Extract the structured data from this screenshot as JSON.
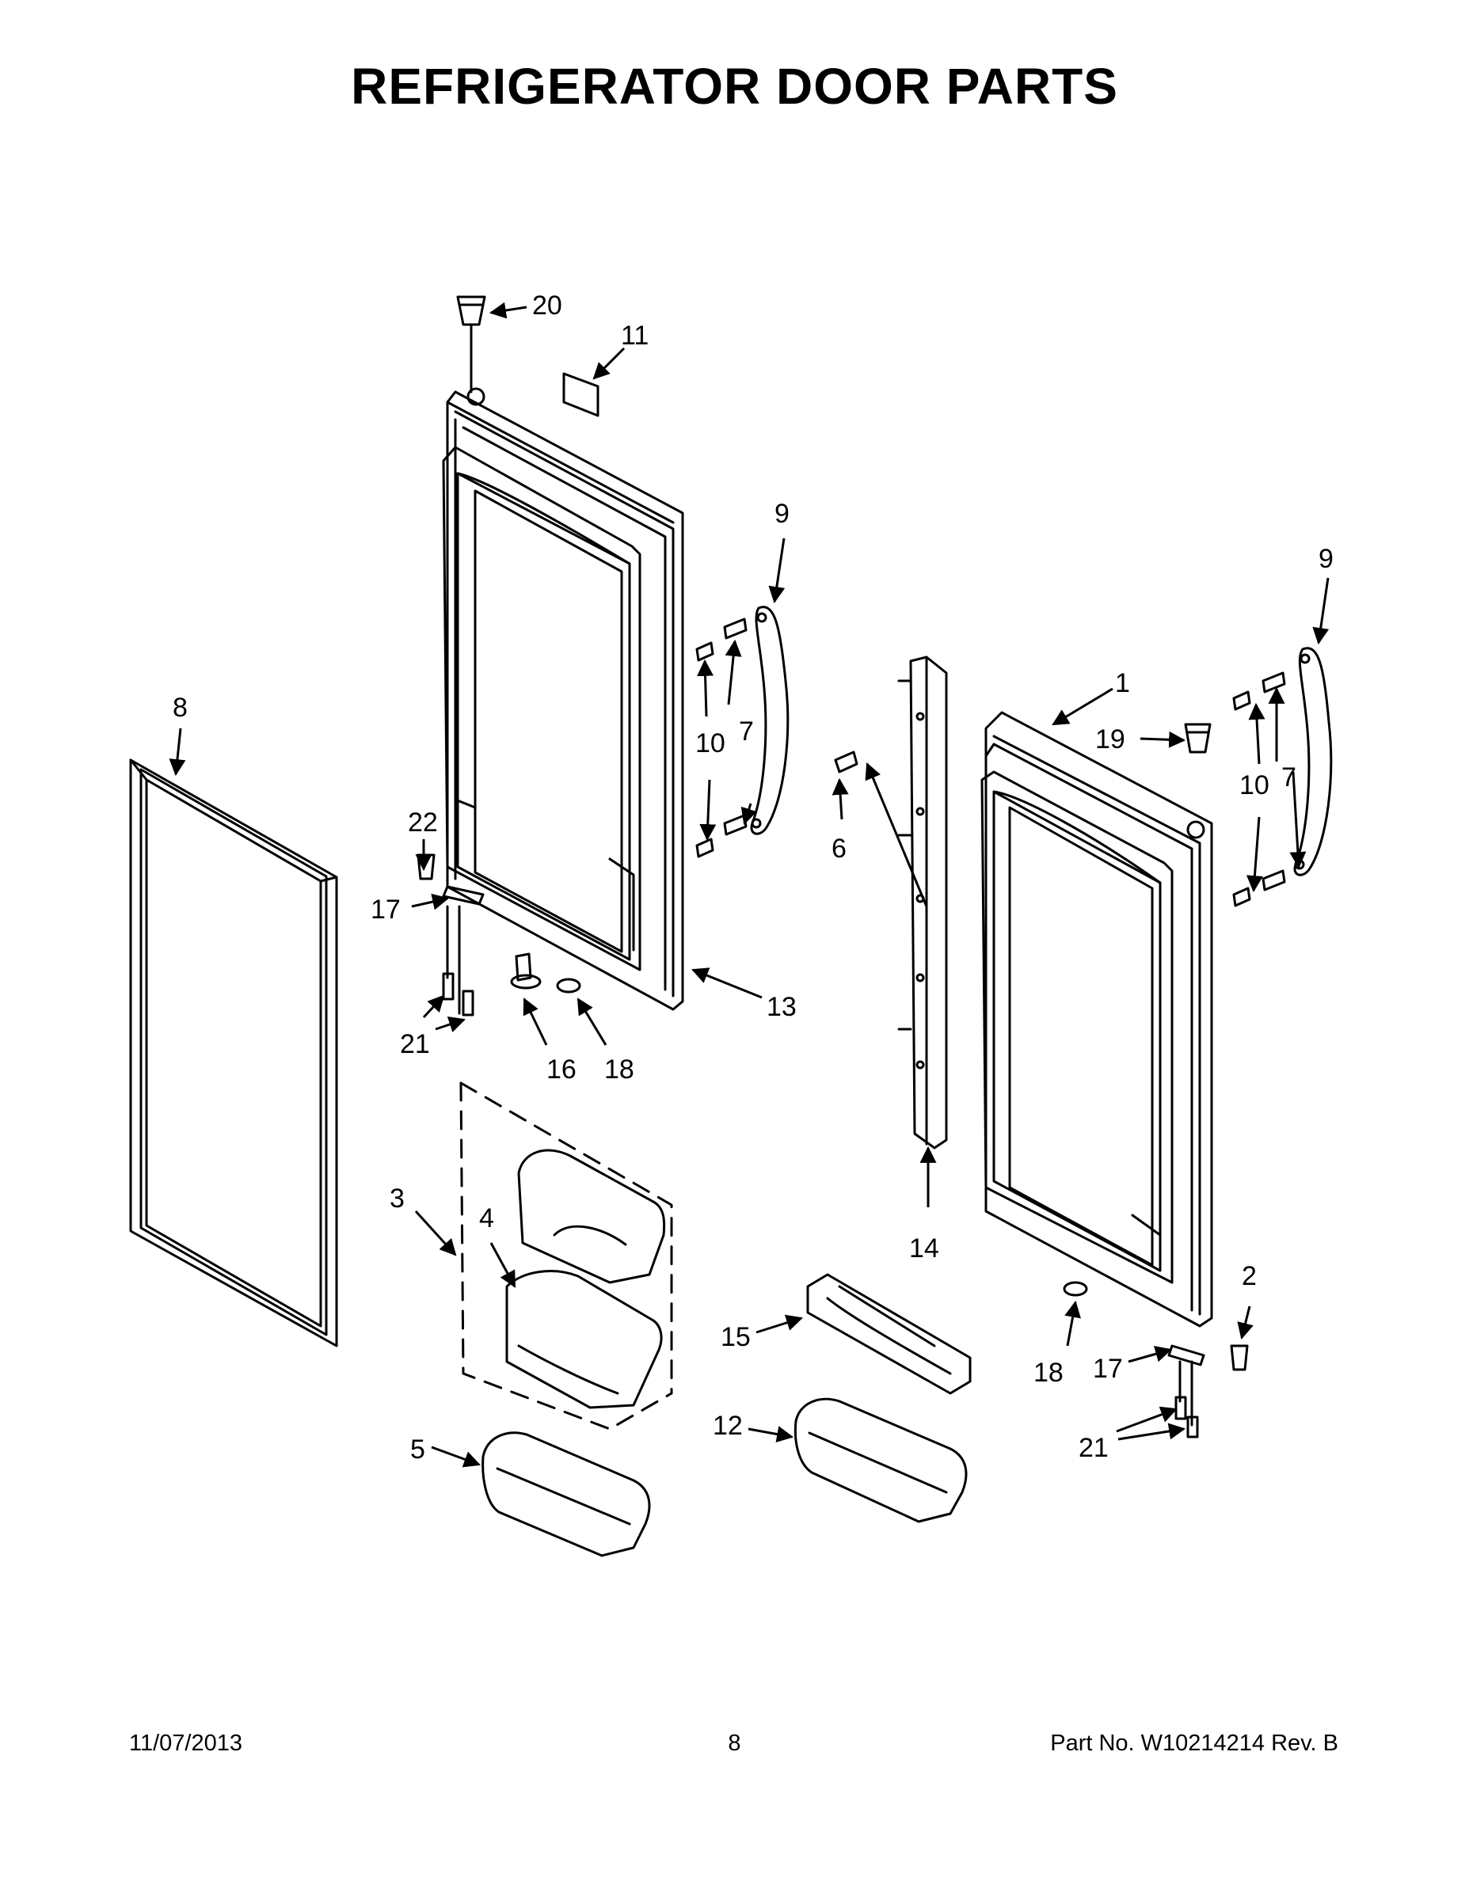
{
  "title": "REFRIGERATOR DOOR PARTS",
  "callouts": {
    "c1": "1",
    "c2": "2",
    "c3": "3",
    "c4": "4",
    "c5": "5",
    "c6": "6",
    "c7a": "7",
    "c7b": "7",
    "c8": "8",
    "c9a": "9",
    "c9b": "9",
    "c10a": "10",
    "c10b": "10",
    "c11": "11",
    "c12": "12",
    "c13": "13",
    "c14": "14",
    "c15": "15",
    "c16": "16",
    "c17a": "17",
    "c17b": "17",
    "c18a": "18",
    "c18b": "18",
    "c19": "19",
    "c20": "20",
    "c21a": "21",
    "c21b": "21",
    "c22": "22"
  },
  "footer": {
    "date": "11/07/2013",
    "page": "8",
    "part_no": "Part No.  W10214214  Rev.  B"
  }
}
